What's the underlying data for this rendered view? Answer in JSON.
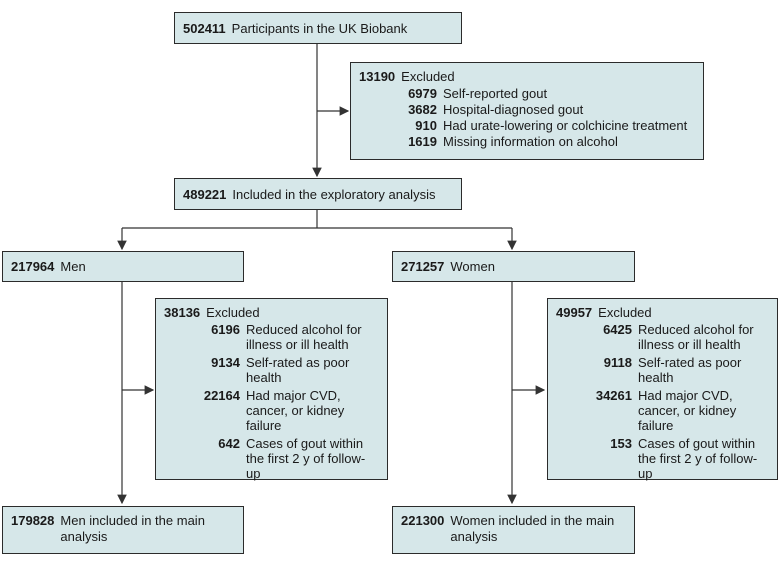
{
  "top": {
    "count": "502411",
    "label": "Participants in the UK Biobank"
  },
  "excluded1": {
    "count": "13190",
    "label": "Excluded",
    "items": [
      {
        "count": "6979",
        "label": "Self-reported gout"
      },
      {
        "count": "3682",
        "label": "Hospital-diagnosed gout"
      },
      {
        "count": "910",
        "label": "Had urate-lowering or colchicine treatment"
      },
      {
        "count": "1619",
        "label": "Missing information on alcohol"
      }
    ]
  },
  "explore": {
    "count": "489221",
    "label": "Included in the exploratory analysis"
  },
  "men": {
    "count": "217964",
    "label": "Men"
  },
  "women": {
    "count": "271257",
    "label": "Women"
  },
  "men_excluded": {
    "count": "38136",
    "label": "Excluded",
    "items": [
      {
        "count": "6196",
        "label": "Reduced alcohol for illness or ill health"
      },
      {
        "count": "9134",
        "label": "Self-rated as poor health"
      },
      {
        "count": "22164",
        "label": "Had major CVD, cancer, or kidney failure"
      },
      {
        "count": "642",
        "label": "Cases of gout within the first 2 y of follow-up"
      }
    ]
  },
  "women_excluded": {
    "count": "49957",
    "label": "Excluded",
    "items": [
      {
        "count": "6425",
        "label": "Reduced alcohol for illness or ill health"
      },
      {
        "count": "9118",
        "label": "Self-rated as poor health"
      },
      {
        "count": "34261",
        "label": "Had major CVD, cancer, or kidney failure"
      },
      {
        "count": "153",
        "label": "Cases of gout within the first 2 y of follow-up"
      }
    ]
  },
  "men_final": {
    "count": "179828",
    "label": "Men included in the main analysis"
  },
  "women_final": {
    "count": "221300",
    "label": "Women included in the main analysis"
  },
  "colors": {
    "box_fill": "#d6e7e9",
    "border": "#2b2b2b",
    "arrow": "#333333"
  }
}
